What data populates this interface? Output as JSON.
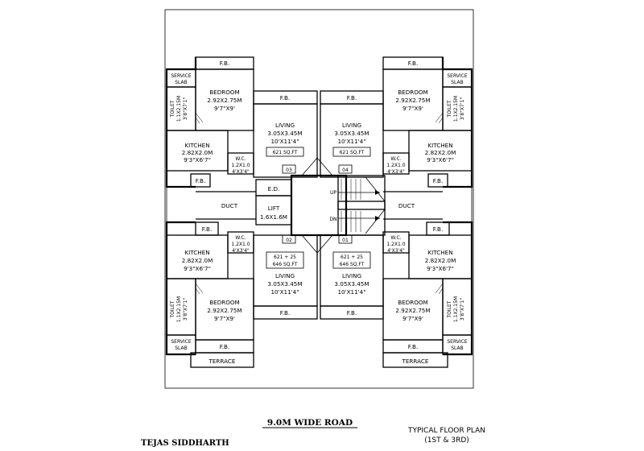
{
  "plan": {
    "service_slab": [
      "SERVICE",
      "SLAB"
    ],
    "fb": "F.B.",
    "bedroom": {
      "name": "BEDROOM",
      "metric": "2.92X2.75M",
      "imperial": "9'7\"X9'"
    },
    "toilet": {
      "name": "TOILET",
      "metric": "1.1X2.15M",
      "imperial": "3'8\"X7'1\""
    },
    "living": {
      "name": "LIVING",
      "metric": "3.05X3.45M",
      "imperial": "10'X11'4\""
    },
    "kitchen": {
      "name": "KITCHEN",
      "metric": "2.82X2.0M",
      "imperial": "9'3\"X6'7\""
    },
    "wc": {
      "name": "W.C.",
      "metric": "1.2X1.0",
      "imperial": "4'X3'4\""
    },
    "area_upper": "621 SQ.FT",
    "area_lower": [
      "621 + 25",
      "646 SQ.FT"
    ],
    "flats": {
      "tl": "03",
      "tr": "04",
      "bl": "02",
      "br": "01"
    },
    "ed": "E.D.",
    "lift": {
      "name": "LIFT",
      "size": "1.6X1.6M"
    },
    "duct": "DUCT",
    "stair_up": "UP",
    "stair_dn": "DN",
    "terrace": "TERRACE",
    "road": "9.0M WIDE ROAD",
    "title": "TYPICAL FLOOR PLAN",
    "floors": "(1ST & 3RD)",
    "project": "TEJAS SIDDHARTH"
  }
}
